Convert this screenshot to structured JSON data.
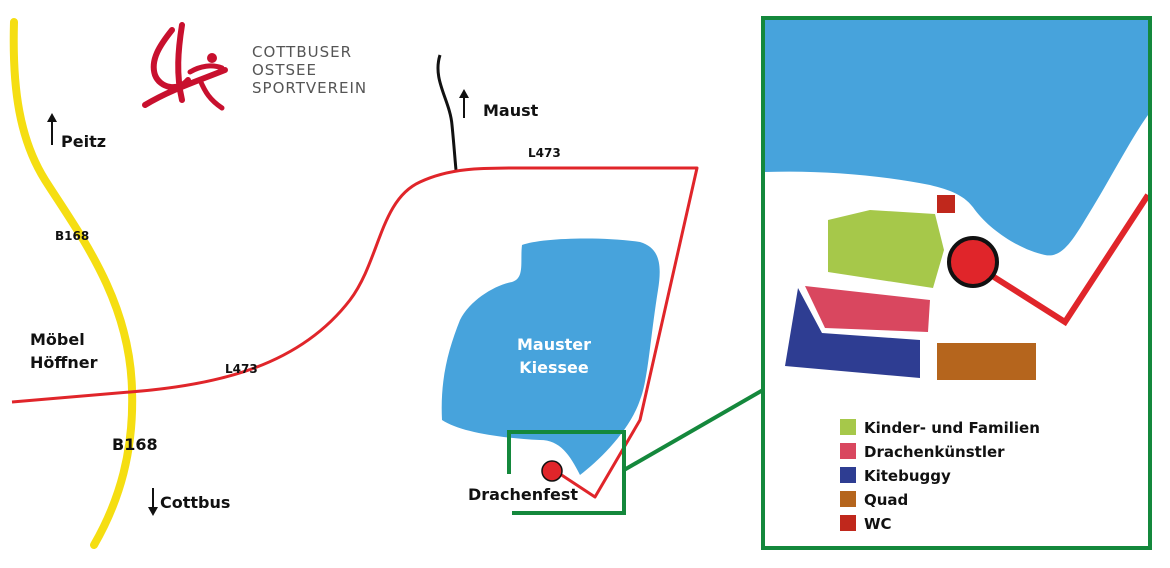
{
  "club": {
    "lines": [
      "COTTBUSER",
      "OSTSEE",
      "SPORTVEREIN"
    ]
  },
  "places": {
    "peitz": "Peitz",
    "maust": "Maust",
    "cottbus": "Cottbus",
    "moebel_line1": "Möbel",
    "moebel_line2": "Höffner",
    "lake_line1": "Mauster",
    "lake_line2": "Kiessee",
    "festival": "Drachenfest"
  },
  "roads": {
    "b168_upper": "B168",
    "b168_lower": "B168",
    "l473_upper": "L473",
    "l473_lower": "L473"
  },
  "legend": [
    {
      "label": "Kinder- und Familien",
      "color": "#a6c84a"
    },
    {
      "label": "Drachenkünstler",
      "color": "#d9475f"
    },
    {
      "label": "Kitebuggy",
      "color": "#2e3d92"
    },
    {
      "label": "Quad",
      "color": "#b5651d"
    },
    {
      "label": "WC",
      "color": "#c0281c"
    }
  ],
  "colors": {
    "water": "#47a3dc",
    "road_yellow": "#f5de12",
    "road_red": "#e0252a",
    "inset_border": "#14883c",
    "logo": "#c8102e"
  }
}
